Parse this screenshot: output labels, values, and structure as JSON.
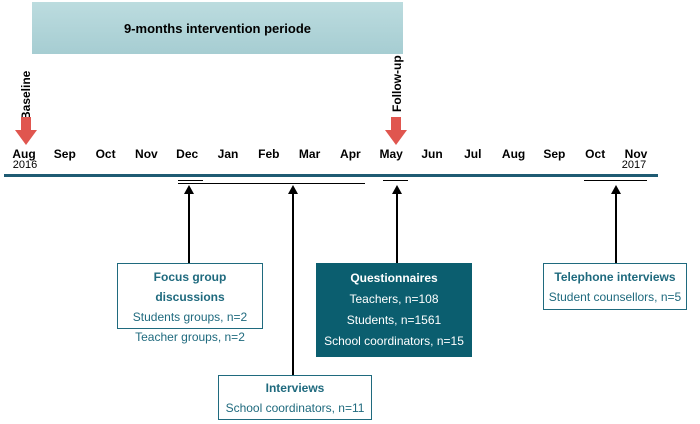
{
  "period": {
    "label": "9-months intervention periode"
  },
  "markers": {
    "baseline": "Baseline",
    "followup": "Follow-up"
  },
  "timeline": {
    "months": [
      "Aug",
      "Sep",
      "Oct",
      "Nov",
      "Dec",
      "Jan",
      "Feb",
      "Mar",
      "Apr",
      "May",
      "Jun",
      "Jul",
      "Aug",
      "Sep",
      "Oct",
      "Nov"
    ],
    "year_start": "2016",
    "year_end": "2017"
  },
  "boxes": {
    "focus": {
      "title": "Focus group discussions",
      "lines": [
        "Students groups, n=2",
        "Teacher groups, n=2"
      ]
    },
    "interviews": {
      "title": "Interviews",
      "lines": [
        "School coordinators, n=11"
      ]
    },
    "questionnaires": {
      "title": "Questionnaires",
      "lines": [
        "Teachers, n=108",
        "Students, n=1561",
        "School coordinators, n=15"
      ]
    },
    "telephone": {
      "title": "Telephone interviews",
      "lines": [
        "Student counsellors, n=5"
      ]
    }
  },
  "colors": {
    "period_bar": "#a6cdd2",
    "timeline": "#1f5b73",
    "box_border": "#1f6a7e",
    "box_fill": "#0b5e6f",
    "marker_arrow": "#e0564f"
  }
}
